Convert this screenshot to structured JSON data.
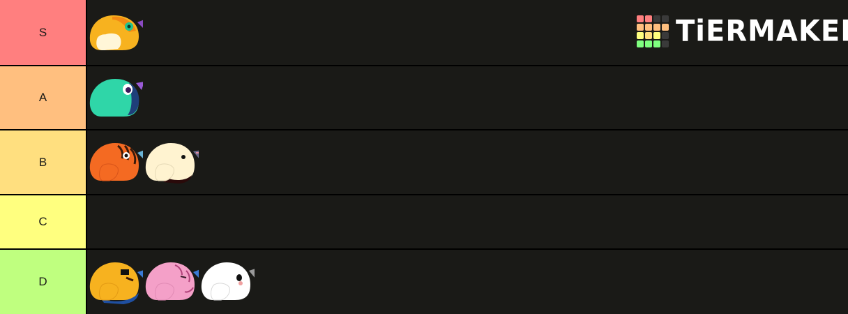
{
  "brand": {
    "logo_text": "TiERMAKER",
    "logo_cells": [
      "#ff7f7f",
      "#ff7f7f",
      "#3a3a3a",
      "#3a3a3a",
      "#ffbf7f",
      "#ffbf7f",
      "#ffbf7f",
      "#ffbf7f",
      "#ffff7f",
      "#ffdf7f",
      "#ffff7f",
      "#3a3a3a",
      "#7fff7f",
      "#7fff7f",
      "#7fff7f",
      "#3a3a3a"
    ]
  },
  "colors": {
    "tier_S": "#ff7f7f",
    "tier_A": "#ffbf7f",
    "tier_B": "#ffdf7f",
    "tier_C": "#ffff7f",
    "tier_D": "#bfff7f",
    "row_background": "#1a1a17"
  },
  "tiers": [
    {
      "label": "S",
      "items": [
        "yellow-orange-fish-icon"
      ]
    },
    {
      "label": "A",
      "items": [
        "teal-fish-icon"
      ]
    },
    {
      "label": "B",
      "items": [
        "orange-striped-fish-icon",
        "cream-fish-icon"
      ]
    },
    {
      "label": "C",
      "items": []
    },
    {
      "label": "D",
      "items": [
        "yellow-blue-fish-icon",
        "pink-fish-icon",
        "white-fish-icon"
      ]
    }
  ]
}
